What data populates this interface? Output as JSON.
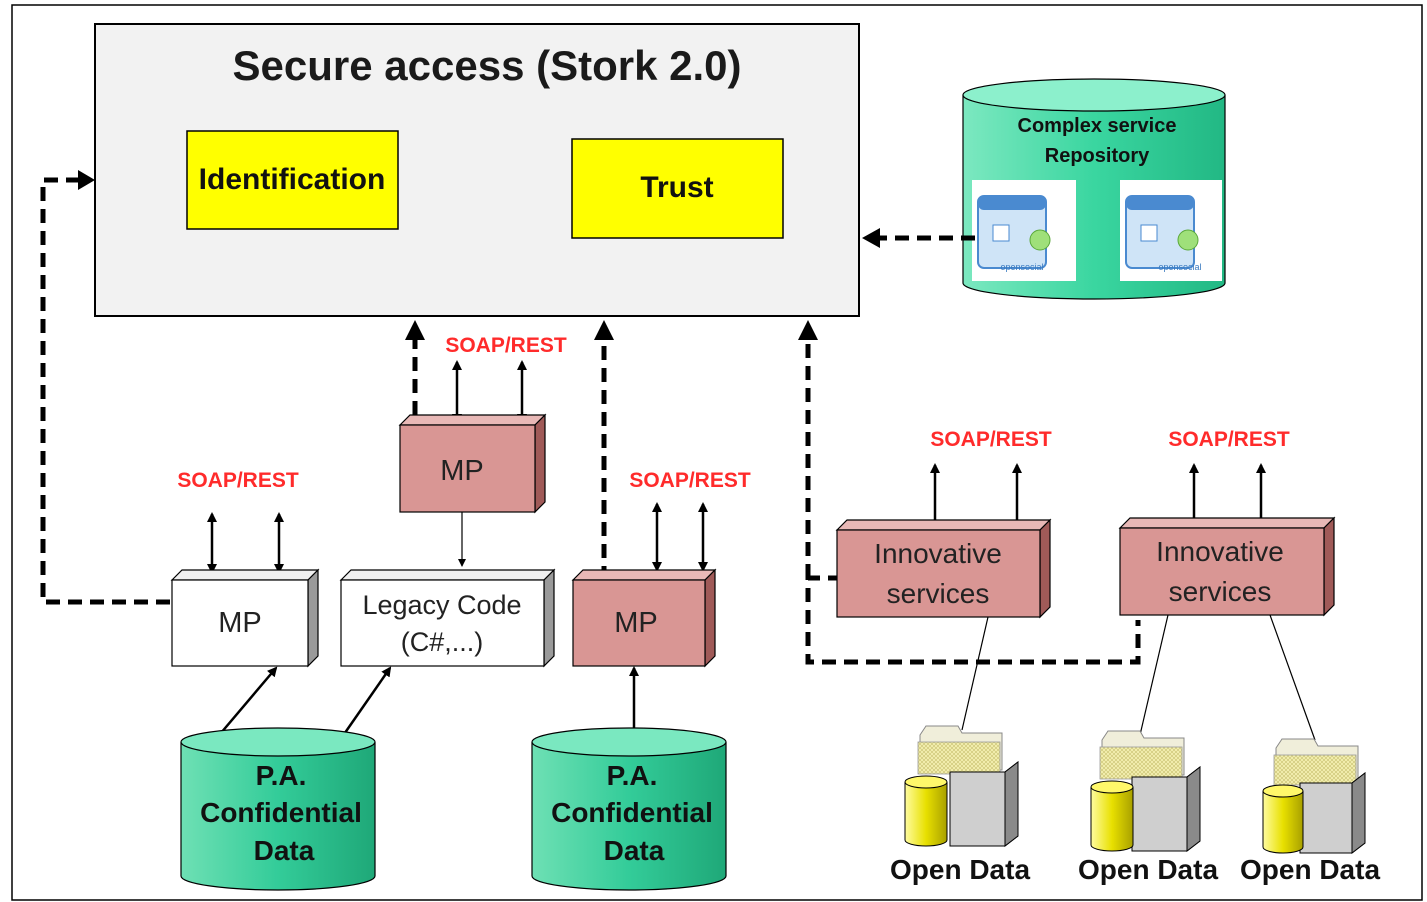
{
  "secure_access": {
    "title": "Secure access (Stork 2.0)",
    "identification": "Identification",
    "trust": "Trust"
  },
  "repository": {
    "title_line1": "Complex service",
    "title_line2": "Repository",
    "icon_caption": "opensocial"
  },
  "protocol_label": "SOAP/REST",
  "mp_label": "MP",
  "legacy": {
    "line1": "Legacy Code",
    "line2": "(C#,...)"
  },
  "innovative": {
    "line1": "Innovative",
    "line2": "services"
  },
  "pa_db": {
    "line1": "P.A.",
    "line2": "Confidential",
    "line3": "Data"
  },
  "open_data_label": "Open Data",
  "colors": {
    "yellow_box": "#ffff00",
    "mp_fill": "#d99694",
    "db_fill": "#33cc99",
    "protocol_text": "#ff2b2b",
    "secure_fill": "#f2f2f2"
  }
}
